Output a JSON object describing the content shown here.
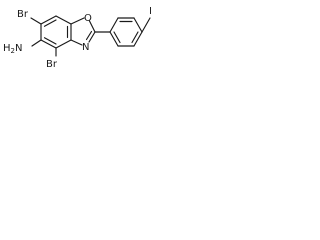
{
  "molecule": {
    "atoms": {
      "br_top": "Br",
      "br_bottom": "Br",
      "amine": "H",
      "amine_sub": "2",
      "amine_n": "N",
      "oxygen": "O",
      "nitrogen": "N",
      "iodine": "I"
    }
  }
}
